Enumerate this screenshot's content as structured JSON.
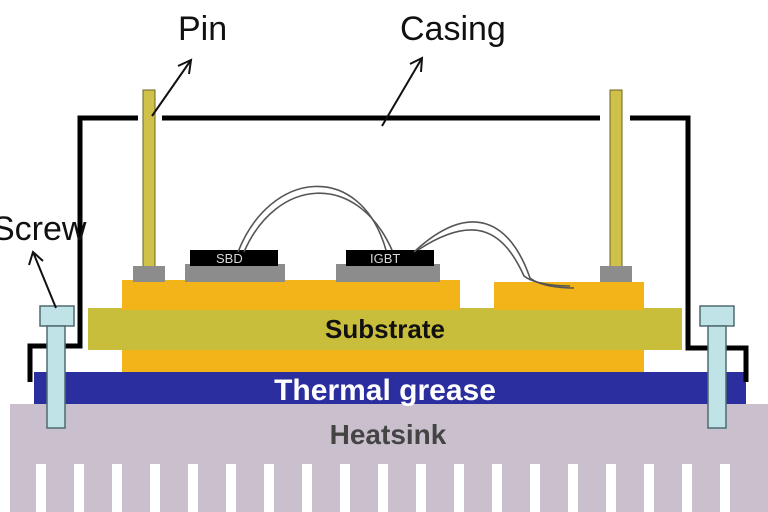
{
  "labels": {
    "pin": "Pin",
    "casing": "Casing",
    "screw": "Screw",
    "substrate": "Substrate",
    "thermal_grease": "Thermal grease",
    "heatsink": "Heatsink",
    "sbd": "SBD",
    "igbt": "IGBT"
  },
  "colors": {
    "substrate": "#c8be3c",
    "copper_layer": "#f2b418",
    "thermal_grease": "#2b2e9e",
    "heatsink": "#c9bfcd",
    "pin": "#cfc14a",
    "screw": "#bfe3e6",
    "chip": "#000000",
    "solder": "#8c8c8c",
    "casing": "#000000",
    "wire": "#555555"
  },
  "icons": {
    "arrow": "arrow-icon"
  }
}
